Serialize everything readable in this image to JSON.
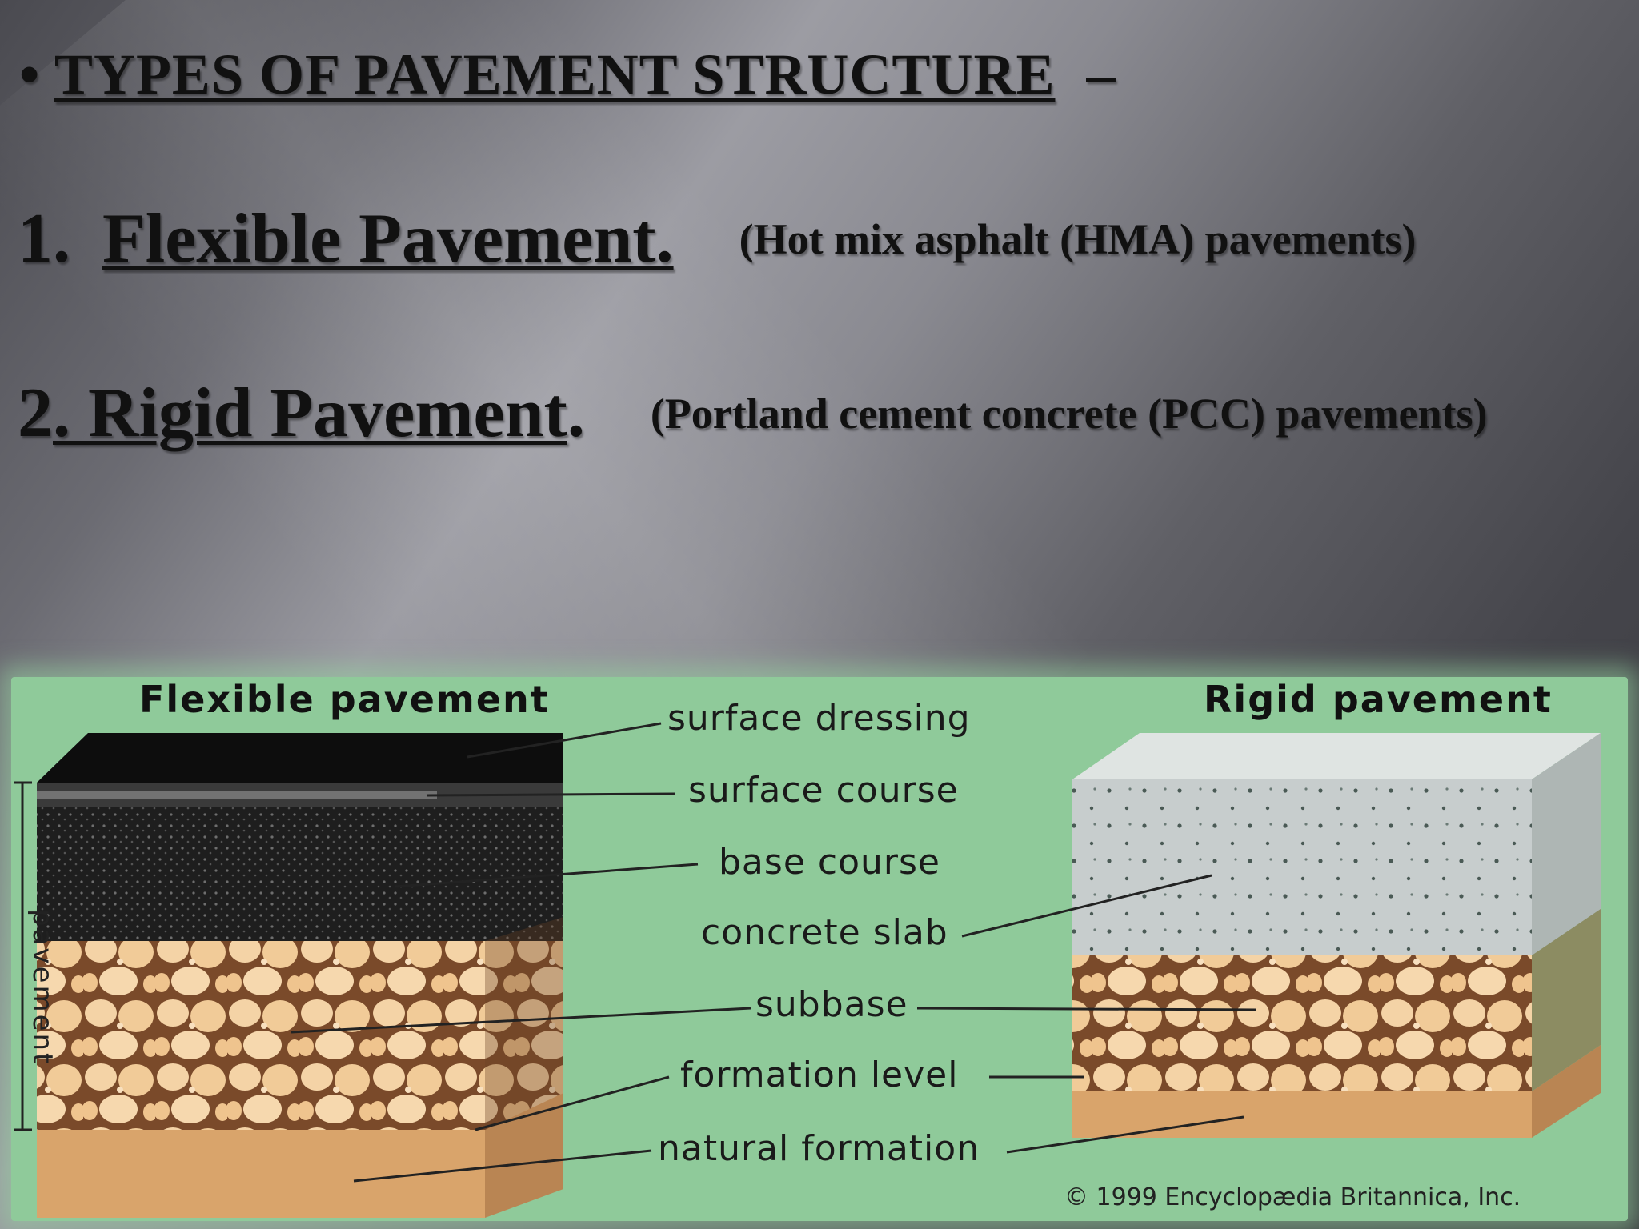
{
  "slide": {
    "title": "TYPES OF PAVEMENT STRUCTURE",
    "title_bullet": "•",
    "title_dash": "–",
    "items": [
      {
        "number": "1.",
        "name": "Flexible  Pavement.",
        "note": "(Hot mix asphalt (HMA) pavements)"
      },
      {
        "number": "2",
        "name": ". Rigid  Pavement",
        "suffix": ".",
        "note": "(Portland cement concrete (PCC) pavements)"
      }
    ]
  },
  "diagram": {
    "left_heading": "Flexible pavement",
    "right_heading": "Rigid pavement",
    "side_label": "pavement",
    "labels": [
      "surface dressing",
      "surface course",
      "base course",
      "concrete slab",
      "subbase",
      "formation level",
      "natural formation"
    ],
    "copyright": "© 1999 Encyclopædia Britannica, Inc.",
    "colors": {
      "panel": "#8fca9a",
      "asphalt": "#1c1c1c",
      "stone": "#f3cfa1",
      "soil": "#d9a46b",
      "concrete": "#c9cfcf"
    }
  }
}
